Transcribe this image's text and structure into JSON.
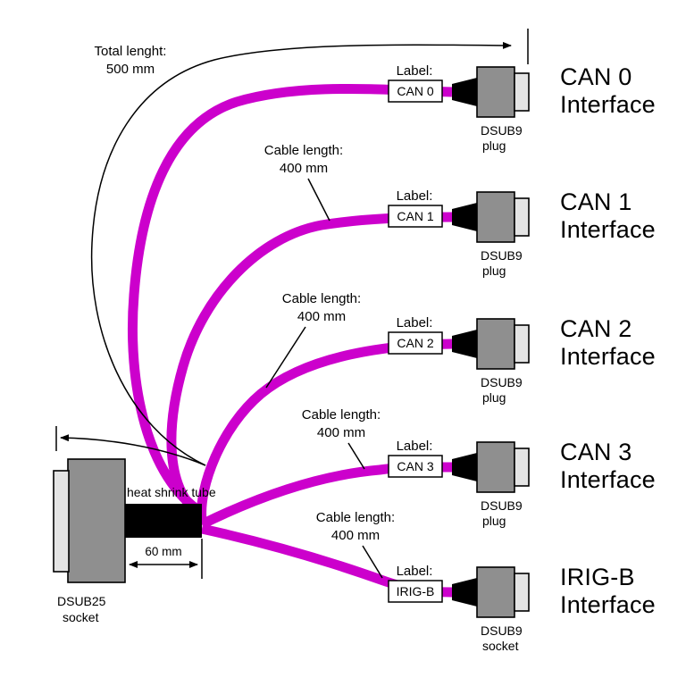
{
  "annotations": {
    "total_length": [
      "Total lenght:",
      "500 mm"
    ],
    "cable_length": [
      "Cable length:",
      "400 mm"
    ],
    "label_caption": "Label:",
    "heat_shrink_tube": "heat shrink tube",
    "tube_dimension": "60 mm"
  },
  "left_connector": {
    "type": [
      "DSUB25",
      "socket"
    ]
  },
  "branches": [
    {
      "tag": "CAN 0",
      "interface": [
        "CAN 0",
        "Interface"
      ],
      "connector": [
        "DSUB9",
        "plug"
      ]
    },
    {
      "tag": "CAN 1",
      "interface": [
        "CAN 1",
        "Interface"
      ],
      "connector": [
        "DSUB9",
        "plug"
      ]
    },
    {
      "tag": "CAN 2",
      "interface": [
        "CAN 2",
        "Interface"
      ],
      "connector": [
        "DSUB9",
        "plug"
      ]
    },
    {
      "tag": "CAN 3",
      "interface": [
        "CAN 3",
        "Interface"
      ],
      "connector": [
        "DSUB9",
        "plug"
      ]
    },
    {
      "tag": "IRIG-B",
      "interface": [
        "IRIG-B",
        "Interface"
      ],
      "connector": [
        "DSUB9",
        "socket"
      ]
    }
  ],
  "colors": {
    "cable": "#cc00cc",
    "connector_body": "#8f8f8f",
    "connector_face": "#e4e4e4",
    "boot": "#000000"
  }
}
